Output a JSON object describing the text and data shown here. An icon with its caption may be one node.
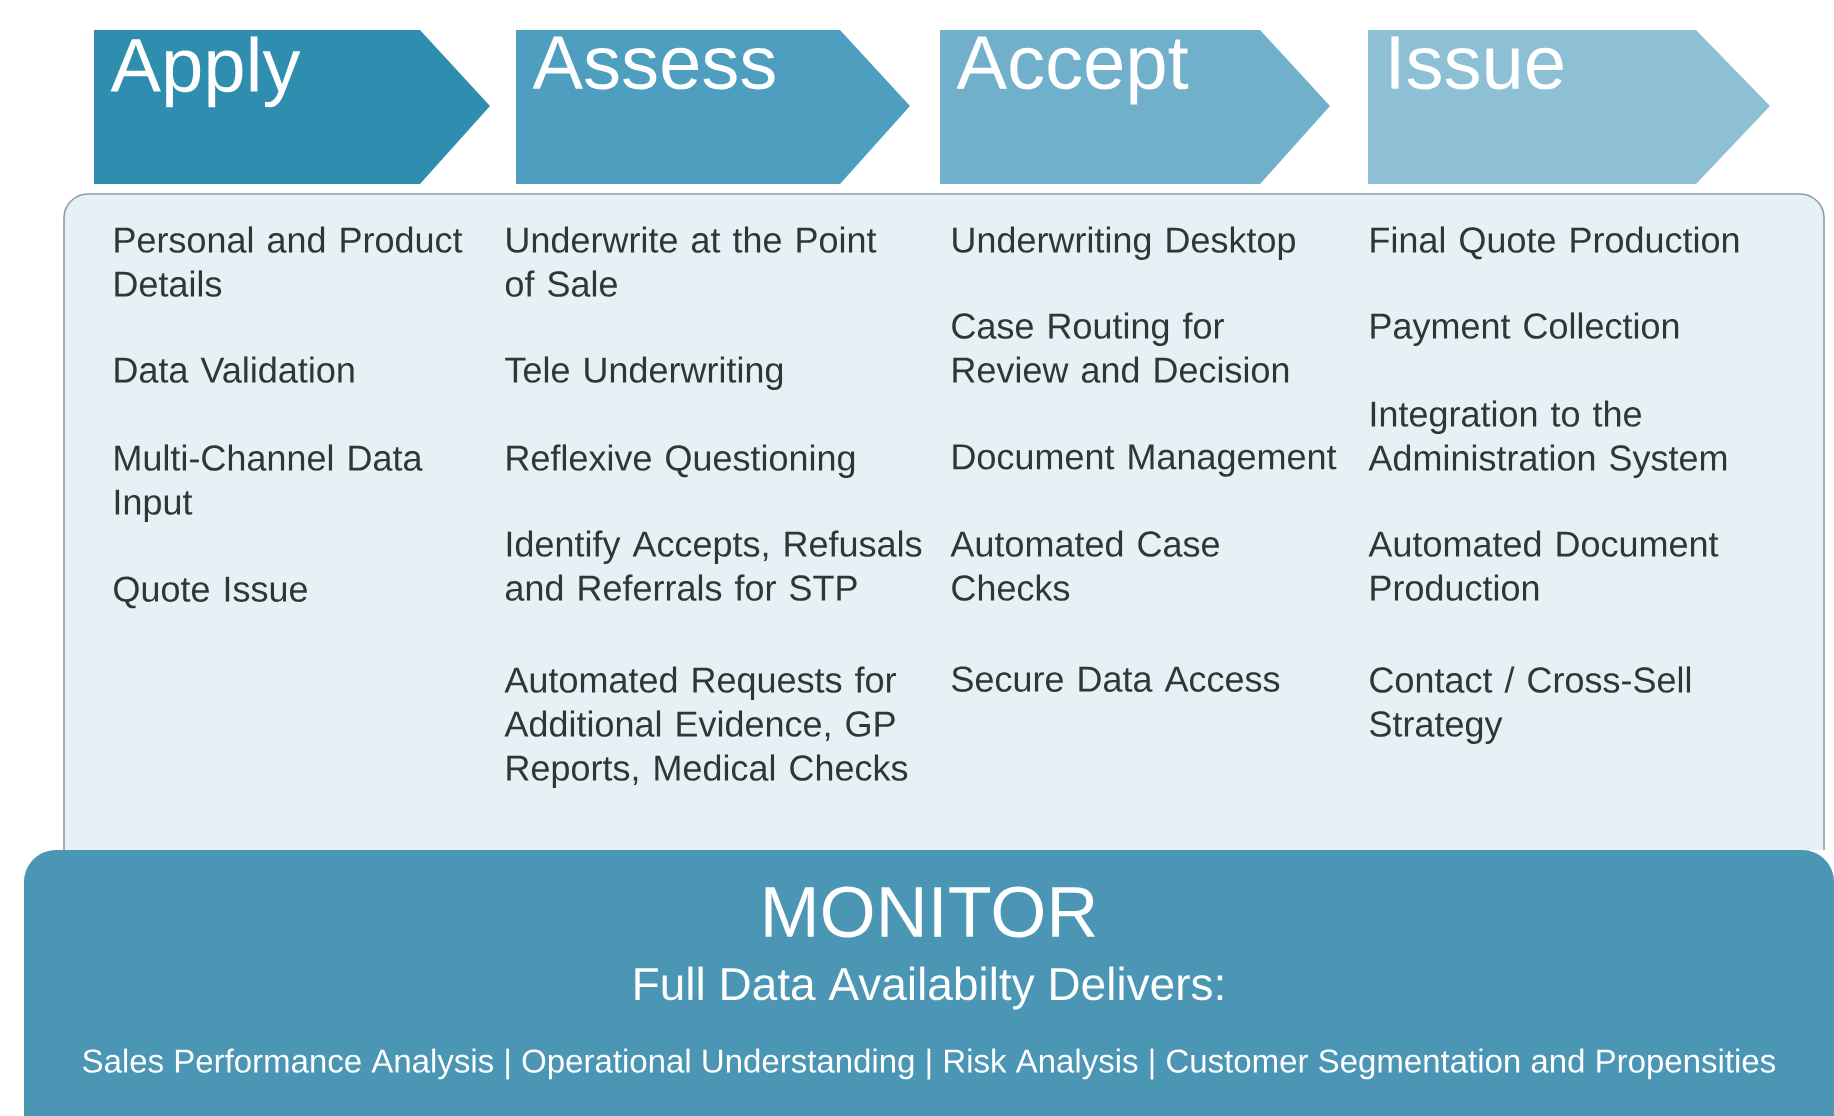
{
  "diagram": {
    "nodes": [
      {
        "text": [
          "Apply"
        ]
      },
      {
        "text": [
          "Assess"
        ]
      },
      {
        "text": [
          "Accept"
        ]
      },
      {
        "text": [
          "Issue"
        ]
      },
      {
        "text": [],
        "shape": "box"
      },
      {
        "text": [
          "MONITOR",
          "Full Data Availabilty Delivers:",
          "Sales Performance Analysis | Operational Understanding | Risk Analysis | Customer Segmentation and Propensities"
        ]
      }
    ],
    "edges": [],
    "labels": [
      "Personal and Product Details",
      "Data Validation",
      "Multi-Channel Data Input",
      "Quote Issue",
      "Underwrite at the Point of Sale",
      "Tele Underwriting",
      "Reflexive Questioning",
      "Identify Accepts, Refusals and Referrals for STP",
      "Automated Requests for Additional Evidence, GP Reports, Medical Checks",
      "Underwriting Desktop",
      "Case Routing for Review and Decision",
      "Document Management",
      "Automated Case Checks",
      "Secure Data Access",
      "Final Quote Production",
      "Payment Collection",
      "Integration to the Administration System",
      "Automated Document Production",
      "Contact / Cross-Sell Strategy"
    ]
  }
}
